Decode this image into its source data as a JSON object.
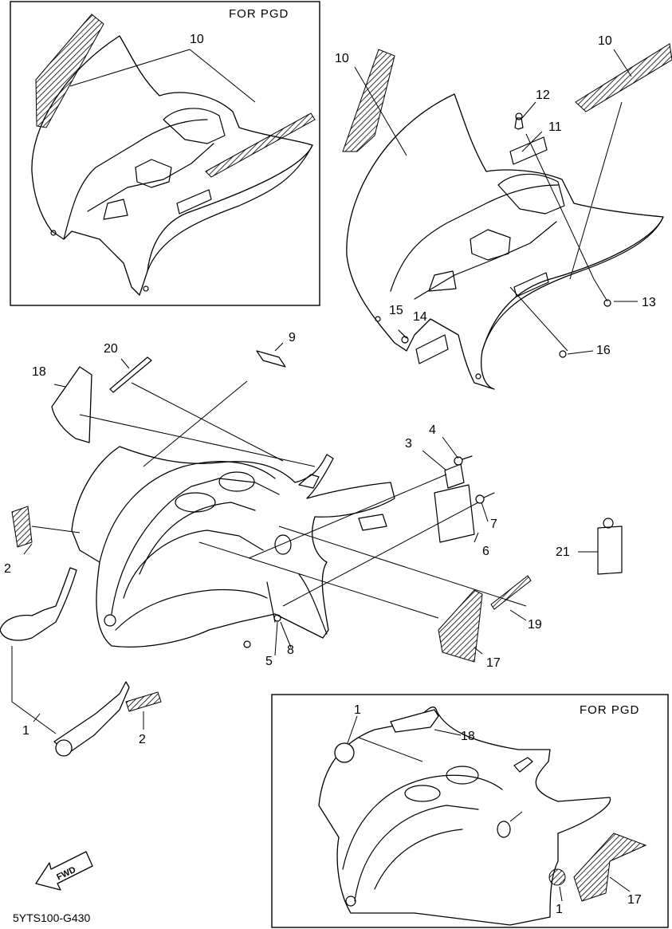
{
  "insets": {
    "top_left_label": "FOR PGD",
    "bottom_right_label": "FOR PGD"
  },
  "callouts": {
    "c1": "1",
    "c2": "2",
    "c2b": "2",
    "c3": "3",
    "c4": "4",
    "c5": "5",
    "c6": "6",
    "c7": "7",
    "c8": "8",
    "c9": "9",
    "c10a": "10",
    "c10b": "10",
    "c10c": "10",
    "c11": "11",
    "c12": "12",
    "c13": "13",
    "c14": "14",
    "c15": "15",
    "c16": "16",
    "c17": "17",
    "c18": "18",
    "c19": "19",
    "c20": "20",
    "c21": "21",
    "pgd_1a": "1",
    "pgd_1b": "1",
    "pgd_17": "17",
    "pgd_18": "18"
  },
  "fwd_arrow": {
    "label": "FWD"
  },
  "diagram_code": "5YTS100-G430"
}
